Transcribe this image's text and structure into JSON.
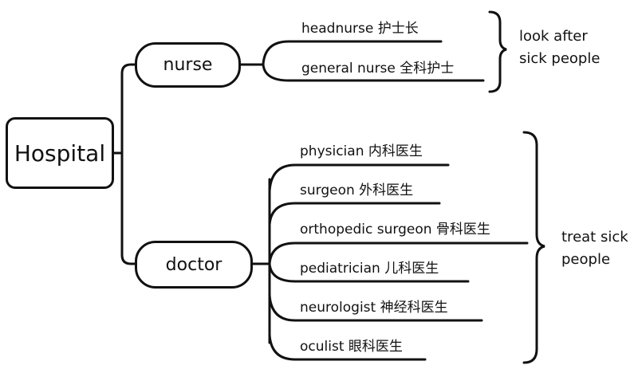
{
  "diagram": {
    "type": "mind-map",
    "root": {
      "label": "Hospital"
    },
    "branches": [
      {
        "label": "nurse",
        "children": [
          {
            "label": "headnurse 护士长"
          },
          {
            "label": "general nurse 全科护士"
          }
        ],
        "summary": {
          "line1": "look after",
          "line2": "sick people"
        }
      },
      {
        "label": "doctor",
        "children": [
          {
            "label": "physician 内科医生"
          },
          {
            "label": "surgeon 外科医生"
          },
          {
            "label": "orthopedic surgeon 骨科医生"
          },
          {
            "label": "pediatrician 儿科医生"
          },
          {
            "label": "neurologist 神经科医生"
          },
          {
            "label": "oculist 眼科医生"
          }
        ],
        "summary": {
          "line1": "treat sick",
          "line2": "people"
        }
      }
    ],
    "colors": {
      "line": "#111111",
      "background": "#ffffff"
    }
  }
}
